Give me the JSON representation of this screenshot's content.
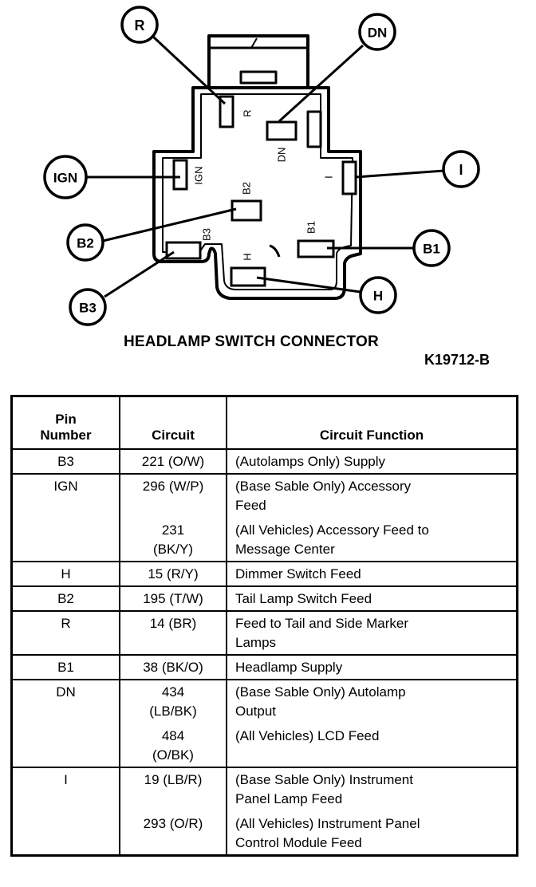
{
  "diagram": {
    "callouts": {
      "r": "R",
      "dn": "DN",
      "ign": "IGN",
      "i": "I",
      "b2": "B2",
      "b1": "B1",
      "b3": "B3",
      "h": "H"
    },
    "pin_labels": {
      "r": "R",
      "dn": "DN",
      "ign": "IGN",
      "i": "I",
      "b2": "B2",
      "b1": "B1",
      "b3": "B3",
      "h": "H"
    },
    "title": "HEADLAMP SWITCH CONNECTOR",
    "figure_id": "K19712-B"
  },
  "table": {
    "headers": {
      "pin_line1": "Pin",
      "pin_line2": "Number",
      "circuit": "Circuit",
      "function": "Circuit Function"
    },
    "rows": [
      {
        "pin": "B3",
        "entries": [
          {
            "circuit": [
              "221 (O/W)"
            ],
            "function": [
              "(Autolamps Only) Supply"
            ]
          }
        ]
      },
      {
        "pin": "IGN",
        "entries": [
          {
            "circuit": [
              "296 (W/P)"
            ],
            "function": [
              "(Base Sable Only) Accessory",
              "Feed"
            ]
          },
          {
            "circuit": [
              "231",
              "(BK/Y)"
            ],
            "function": [
              "(All Vehicles) Accessory Feed to",
              "Message Center"
            ]
          }
        ]
      },
      {
        "pin": "H",
        "entries": [
          {
            "circuit": [
              "15 (R/Y)"
            ],
            "function": [
              "Dimmer Switch Feed"
            ]
          }
        ]
      },
      {
        "pin": "B2",
        "entries": [
          {
            "circuit": [
              "195 (T/W)"
            ],
            "function": [
              "Tail Lamp Switch Feed"
            ]
          }
        ]
      },
      {
        "pin": "R",
        "entries": [
          {
            "circuit": [
              "14 (BR)"
            ],
            "function": [
              "Feed to Tail and Side Marker",
              "Lamps"
            ]
          }
        ]
      },
      {
        "pin": "B1",
        "entries": [
          {
            "circuit": [
              "38 (BK/O)"
            ],
            "function": [
              "Headlamp Supply"
            ]
          }
        ]
      },
      {
        "pin": "DN",
        "entries": [
          {
            "circuit": [
              "434",
              "(LB/BK)"
            ],
            "function": [
              "(Base Sable Only) Autolamp",
              "Output"
            ]
          },
          {
            "circuit": [
              "484",
              "(O/BK)"
            ],
            "function": [
              "(All Vehicles) LCD Feed"
            ]
          }
        ]
      },
      {
        "pin": "I",
        "entries": [
          {
            "circuit": [
              "19 (LB/R)"
            ],
            "function": [
              "(Base Sable Only) Instrument",
              "Panel Lamp Feed"
            ]
          },
          {
            "circuit": [
              "293 (O/R)"
            ],
            "function": [
              "(All Vehicles) Instrument Panel",
              "Control Module Feed"
            ]
          }
        ]
      }
    ]
  }
}
